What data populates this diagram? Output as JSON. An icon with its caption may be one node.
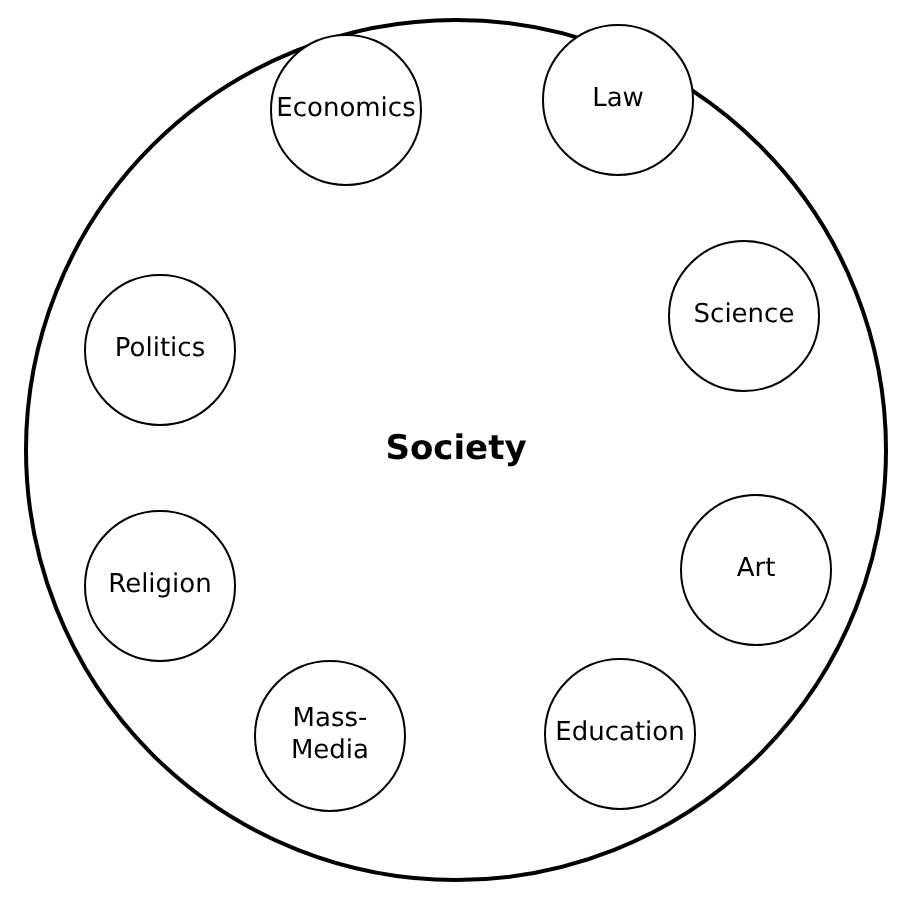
{
  "diagram": {
    "nodes": [
      {
        "text": [
          "Society"
        ]
      },
      {
        "text": [
          "Economics"
        ],
        "in": 0
      },
      {
        "text": [
          "Law"
        ],
        "in": 0
      },
      {
        "text": [
          "Science"
        ],
        "in": 0
      },
      {
        "text": [
          "Art"
        ],
        "in": 0
      },
      {
        "text": [
          "Education"
        ],
        "in": 0
      },
      {
        "text": [
          "Mass-Media"
        ],
        "in": 0
      },
      {
        "text": [
          "Religion"
        ],
        "in": 0
      },
      {
        "text": [
          "Politics"
        ],
        "in": 0
      }
    ]
  }
}
